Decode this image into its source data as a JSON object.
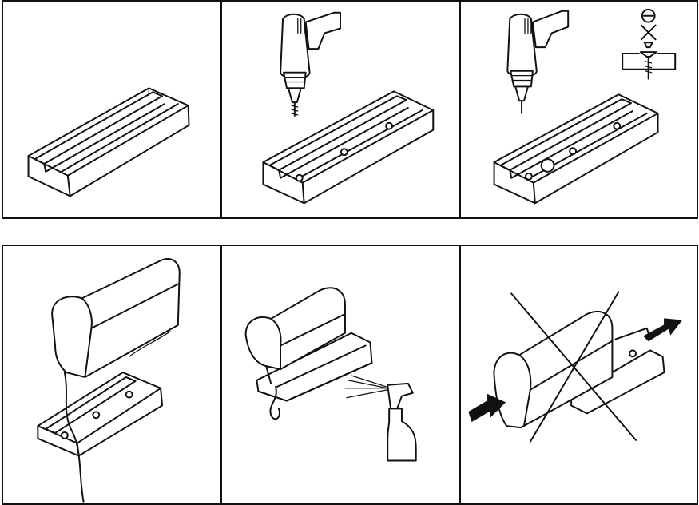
{
  "figure": {
    "rows": 2,
    "columns": 3,
    "panels": [
      {
        "name": "panel-rail",
        "icons": [
          "rail-channel-icon"
        ]
      },
      {
        "name": "panel-drill-holes",
        "icons": [
          "power-drill-icon",
          "rail-channel-icon"
        ]
      },
      {
        "name": "panel-screw-fixing",
        "icons": [
          "power-drill-icon",
          "no-countersunk-screw-icon",
          "rail-channel-icon"
        ]
      },
      {
        "name": "panel-mount-cable",
        "icons": [
          "cover-unit-icon",
          "cable-icon",
          "rail-channel-icon"
        ]
      },
      {
        "name": "panel-spray-slide",
        "icons": [
          "cover-unit-icon",
          "spray-bottle-icon",
          "rail-channel-icon"
        ]
      },
      {
        "name": "panel-no-slide",
        "icons": [
          "cross-out-icon",
          "push-arrow-icon",
          "cover-unit-icon"
        ]
      }
    ]
  }
}
